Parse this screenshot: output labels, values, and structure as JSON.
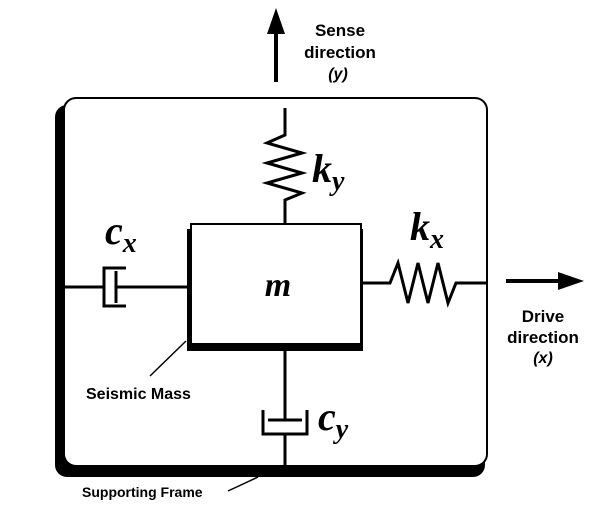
{
  "labels": {
    "sense_direction_line1": "Sense",
    "sense_direction_line2": "direction",
    "sense_direction_axis": "(y)",
    "drive_direction_line1": "Drive",
    "drive_direction_line2": "direction",
    "drive_direction_axis": "(x)",
    "mass_symbol": "m",
    "seismic_mass": "Seismic Mass",
    "supporting_frame": "Supporting Frame"
  },
  "symbols": {
    "ky": {
      "base": "k",
      "sub": "y"
    },
    "kx": {
      "base": "k",
      "sub": "x"
    },
    "cx": {
      "base": "c",
      "sub": "x"
    },
    "cy": {
      "base": "c",
      "sub": "y"
    }
  }
}
